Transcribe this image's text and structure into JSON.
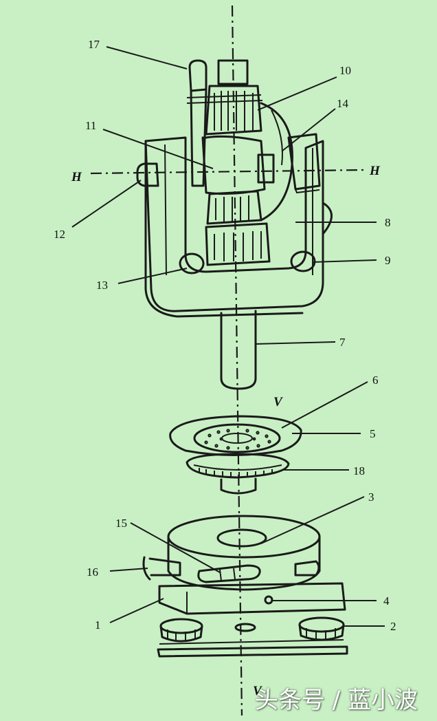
{
  "labels": [
    "1",
    "2",
    "3",
    "4",
    "5",
    "6",
    "7",
    "8",
    "9",
    "10",
    "11",
    "12",
    "13",
    "14",
    "15",
    "16",
    "17",
    "18"
  ],
  "axes": {
    "h_left": "H",
    "h_right": "H",
    "v_mid": "V",
    "v_bottom": "V"
  },
  "watermark": "头条号 / 蓝小波",
  "colors": {
    "background": "#c8f0c4",
    "ink": "#1a1a1a"
  }
}
